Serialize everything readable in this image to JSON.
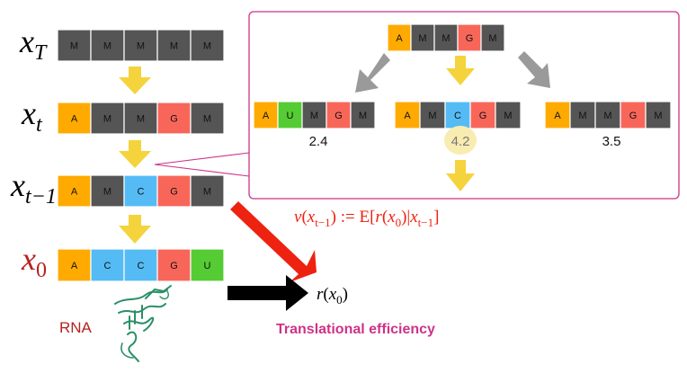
{
  "colors": {
    "A": "#ffaa00",
    "U": "#55cc33",
    "M": "#555555",
    "C": "#55bbf5",
    "G": "#f8665a",
    "yellow_arrow": "#f5d33c",
    "gray_arrow": "#9a9a9a",
    "red_arrow": "#ee2211",
    "accent_pink": "#cc3388",
    "label_red": "#b52222",
    "highlight": "#f9ecb0"
  },
  "left_sequences": [
    {
      "label_base": "x",
      "label_sub": "T",
      "tokens": [
        "M",
        "M",
        "M",
        "M",
        "M"
      ]
    },
    {
      "label_base": "x",
      "label_sub": "t",
      "tokens": [
        "A",
        "M",
        "M",
        "G",
        "M"
      ]
    },
    {
      "label_base": "x",
      "label_sub": "t−1",
      "tokens": [
        "A",
        "M",
        "C",
        "G",
        "M"
      ]
    },
    {
      "label_base": "x",
      "label_sub": "0",
      "tokens": [
        "A",
        "C",
        "C",
        "G",
        "U"
      ]
    }
  ],
  "inset": {
    "top_sequence": [
      "A",
      "M",
      "M",
      "G",
      "M"
    ],
    "candidates": [
      {
        "tokens": [
          "A",
          "U",
          "M",
          "G",
          "M"
        ],
        "score": "2.4",
        "highlighted": false
      },
      {
        "tokens": [
          "A",
          "M",
          "C",
          "G",
          "M"
        ],
        "score": "4.2",
        "highlighted": true
      },
      {
        "tokens": [
          "A",
          "M",
          "M",
          "G",
          "M"
        ],
        "score": "3.5",
        "highlighted": false
      }
    ]
  },
  "value_function": {
    "v": "v",
    "x": "x",
    "sub": "t−1",
    "assign": ":=",
    "E": "E",
    "r": "r",
    "sub0": "0",
    "bar": "|"
  },
  "reward": {
    "r": "r",
    "x": "x",
    "sub": "0"
  },
  "rna_label": "RNA",
  "te_label": "Translational efficiency"
}
